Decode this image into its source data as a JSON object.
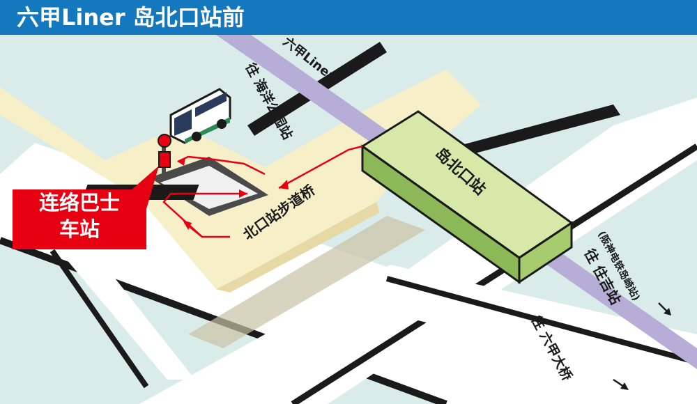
{
  "header": {
    "title": "六甲Liner 岛北口站前"
  },
  "labels": {
    "rokko_liner_top": "六甲Liner",
    "to_kaiyou_park": "往 海洋公园站",
    "station": "岛北口站",
    "walkway": "北口站步道桥",
    "to_sumiyoshi": "往 住吉站",
    "to_sumiyoshi_note": "(阪神电铁岛崎站)",
    "to_rokko_bridge": "往 六甲大桥"
  },
  "bus_stop": {
    "line1": "连络巴士",
    "line2": "车站"
  },
  "colors": {
    "header": "#1478be",
    "ground": "#d9ece9",
    "road": "#ffffff",
    "road_edge": "#1a1a1a",
    "walkway": "#f7efc8",
    "walkway_edge": "#e6d9a6",
    "rail": "#b7aed8",
    "station": "#bfdc8c",
    "station_dark": "#8cb858",
    "route_arrow": "#e60012",
    "bus_stop_box": "#e60012"
  },
  "icons": [
    "bus-icon",
    "bus-stop-sign-icon",
    "arrow-right-icon"
  ]
}
